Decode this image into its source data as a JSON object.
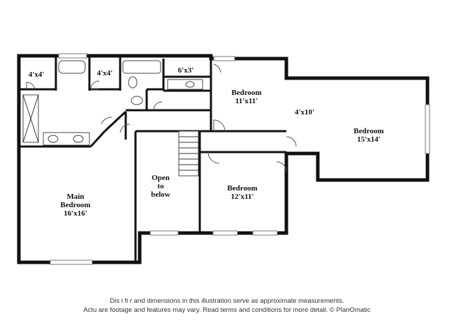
{
  "rooms": {
    "closet_left": {
      "dim": "4'x4'"
    },
    "closet_right": {
      "dim": "4'x4'"
    },
    "hall_closet": {
      "dim": "6'x3'"
    },
    "bedroom_a": {
      "name": "Bedroom",
      "dim": "11'x11'"
    },
    "hall": {
      "dim": "4'x10'"
    },
    "bedroom_b": {
      "name": "Bedroom",
      "dim": "15'x14'"
    },
    "open_below": {
      "line1": "Open",
      "line2": "to",
      "line3": "below"
    },
    "bedroom_c": {
      "name": "Bedroom",
      "dim": "12'x11'"
    },
    "main_bedroom": {
      "name": "Main",
      "name2": "Bedroom",
      "dim": "16'x16'"
    }
  },
  "disclaimer": {
    "line1": "Dis          l fi   r    and dimensions in this illustration serve as approximate measurements.",
    "line2": "Actu    are footage and features may vary. Read terms and conditions for more detail. © PlanOmatic"
  }
}
